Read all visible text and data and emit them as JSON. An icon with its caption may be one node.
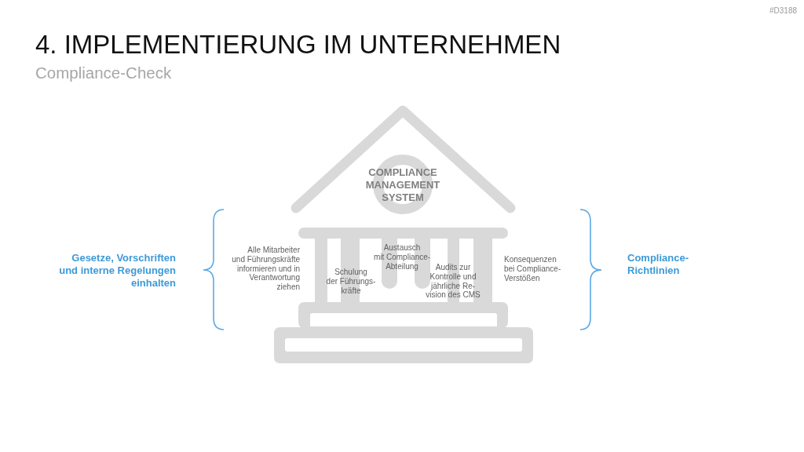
{
  "diagram": {
    "title": "4. IMPLEMENTIERUNG IM UNTERNEHMEN",
    "nodes": [
      {
        "text": [
          "COMPLIANCE MANAGEMENT SYSTEM"
        ]
      }
    ],
    "labels": [
      "#D3188",
      "Compliance-Check",
      "Gesetze, Vorschriften und interne Regelungen einhalten",
      "Alle Mitarbeiter und Führungskräfte informieren und in Verantwortung ziehen",
      "Schulung der Führungs- kräfte",
      "Austausch mit Compliance- Abteilung",
      "Audits zur Kontrolle und jährliche Re- vision des CMS",
      "Konsequenzen bei Compliance- Verstößen",
      "Compliance- Richtlinien"
    ]
  }
}
